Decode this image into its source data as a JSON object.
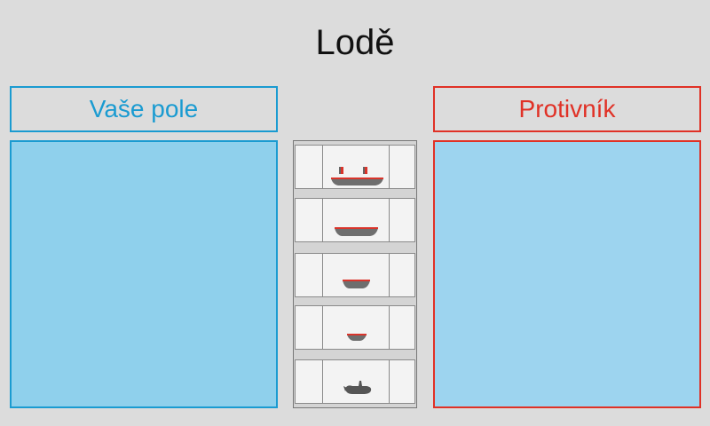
{
  "title": "Lodě",
  "your_field": {
    "label": "Vaše pole",
    "color": "#1a9bd1",
    "fill": "#8fd0ec"
  },
  "enemy_field": {
    "label": "Protivník",
    "color": "#e03126",
    "fill": "#9dd4ef"
  },
  "ships": [
    {
      "type": "battleship",
      "icon": "battleship-icon"
    },
    {
      "type": "cruiser",
      "icon": "cruiser-icon"
    },
    {
      "type": "destroyer",
      "icon": "destroyer-icon"
    },
    {
      "type": "patrol-boat",
      "icon": "patrol-boat-icon"
    },
    {
      "type": "submarine",
      "icon": "submarine-icon"
    }
  ]
}
